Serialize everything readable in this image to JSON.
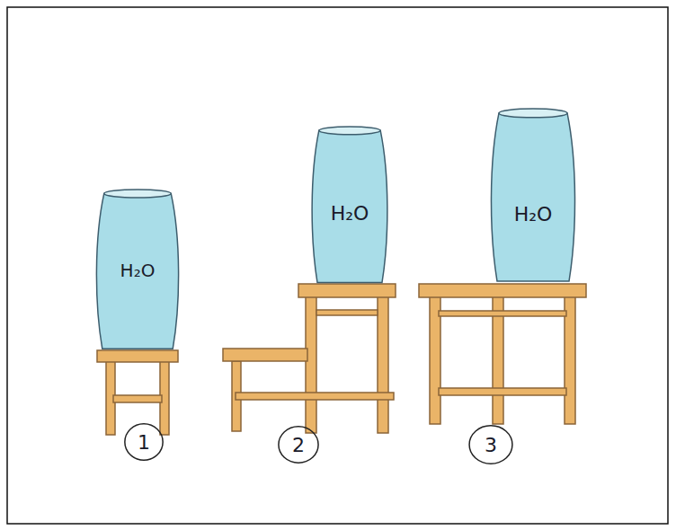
{
  "diagram": {
    "nodes": [
      {
        "text": [
          "H₂O"
        ]
      },
      {
        "text": [
          "H₂O"
        ]
      },
      {
        "text": [
          "H₂O"
        ]
      },
      {
        "text": [
          "1"
        ]
      },
      {
        "text": [
          "2"
        ]
      },
      {
        "text": [
          "3"
        ]
      }
    ]
  }
}
